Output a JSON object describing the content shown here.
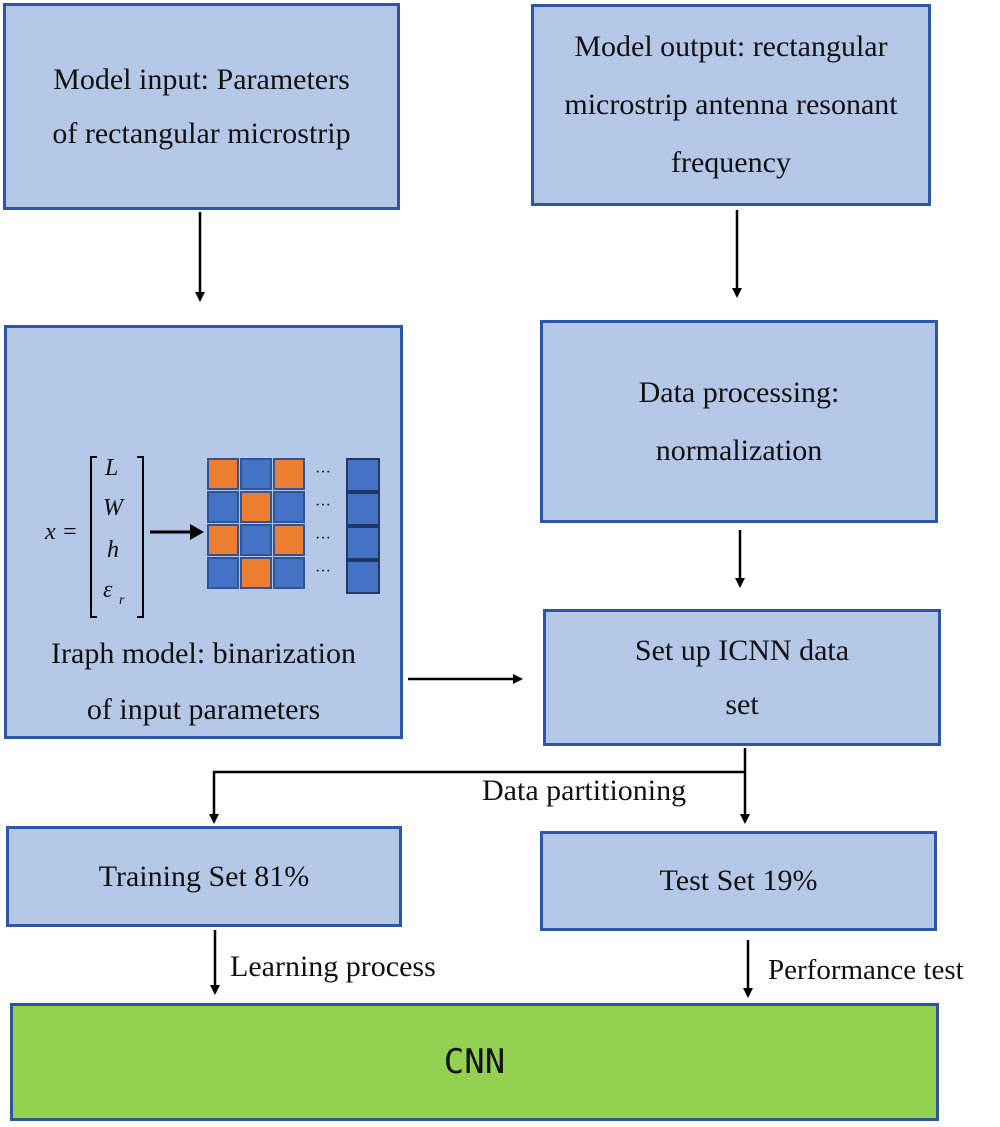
{
  "boxes": {
    "model_input": "Model input: Parameters\nof rectangular microstrip",
    "model_output": "Model output: rectangular\nmicrostrip antenna resonant\nfrequency",
    "iraph_caption": "Iraph model: binarization\nof input parameters",
    "data_processing": "Data processing:\nnormalization",
    "icnn_dataset": "Set up ICNN data\nset",
    "training_set": "Training Set 81%",
    "test_set": "Test Set 19%",
    "cnn": "CNN"
  },
  "labels": {
    "data_partitioning": "Data partitioning",
    "learning_process": "Learning process",
    "performance_test": "Performance test"
  },
  "equation": {
    "lhs": "x =",
    "vector": [
      "L",
      "W",
      "h",
      "ε",
      "r"
    ],
    "dots": "···"
  },
  "colors": {
    "box_fill": "#b4c7e7",
    "box_border": "#2e56a8",
    "cnn_fill": "#92d050",
    "grid_orange": "#ed7d31",
    "grid_blue": "#4472c4"
  },
  "binary_matrix": [
    [
      "orange",
      "blue",
      "orange"
    ],
    [
      "blue",
      "orange",
      "blue"
    ],
    [
      "orange",
      "blue",
      "orange"
    ],
    [
      "blue",
      "orange",
      "blue"
    ]
  ]
}
